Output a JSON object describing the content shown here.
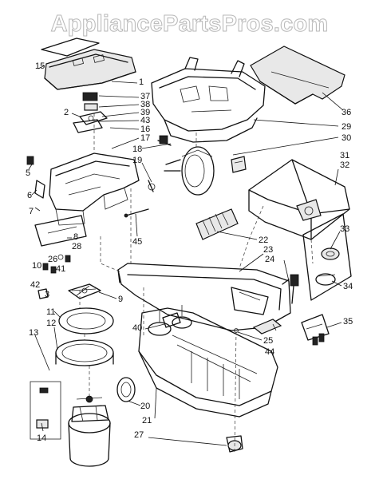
{
  "watermark": "AppliancePartsPros.com",
  "callouts": [
    "15",
    "1",
    "37",
    "38",
    "39",
    "43",
    "2",
    "16",
    "17",
    "18",
    "19",
    "5",
    "6",
    "7",
    "8",
    "28",
    "10",
    "26",
    "41",
    "42",
    "45",
    "36",
    "29",
    "30",
    "31",
    "32",
    "22",
    "23",
    "24",
    "33",
    "34",
    "35",
    "25",
    "44",
    "9",
    "40",
    "11",
    "12",
    "13",
    "14",
    "20",
    "21",
    "27",
    "3"
  ]
}
